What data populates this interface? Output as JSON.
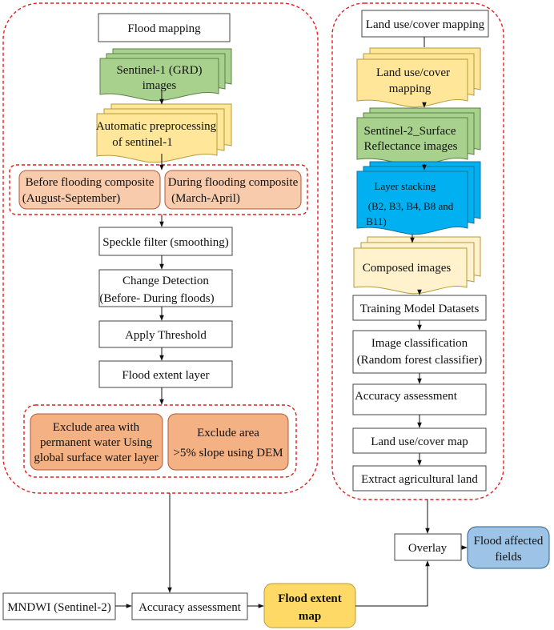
{
  "left": {
    "title": "Flood mapping",
    "sentinel1": [
      "Sentinel-1 (GRD)",
      "images"
    ],
    "preprocess": [
      "Automatic preprocessing",
      "of sentinel-1"
    ],
    "before": [
      "Before flooding composite",
      "(August-September)"
    ],
    "during": [
      "During flooding composite",
      "(March-April)"
    ],
    "speckle": "Speckle filter (smoothing)",
    "change": [
      "Change Detection",
      "(Before- During floods)"
    ],
    "threshold": "Apply Threshold",
    "extent_layer": "Flood extent layer",
    "exclude_water": [
      "Exclude area with",
      "permanent water Using",
      "global surface water layer"
    ],
    "exclude_slope": [
      "Exclude area",
      ">5% slope using DEM"
    ]
  },
  "right": {
    "title": "Land use/cover mapping",
    "lulc_doc": [
      "Land use/cover",
      "mapping"
    ],
    "sentinel2": [
      "Sentinel-2_Surface",
      "Reflectance images"
    ],
    "stacking": [
      "Layer  stacking",
      "(B2, B3, B4, B8 and",
      "B11)"
    ],
    "composed": "Composed images",
    "training": "Training Model Datasets",
    "classification": [
      "Image classification",
      "(Random forest classifier)"
    ],
    "accuracy": "Accuracy assessment",
    "lulc_map": "Land use/cover map",
    "extract": "Extract agricultural land"
  },
  "bottom": {
    "mndwi": "MNDWI (Sentinel-2)",
    "accuracy": "Accuracy assessment",
    "flood_map": [
      "Flood extent",
      "map"
    ],
    "overlay": "Overlay",
    "affected": [
      "Flood affected",
      "fields"
    ]
  },
  "colors": {
    "green_doc": "#a9d18e",
    "yellow_doc": "#ffe699",
    "blue_doc": "#00b0f0",
    "pale_doc": "#fff2cc",
    "orange_light": "#f8cbad",
    "orange_dark": "#f4b183",
    "flood_map": "#ffd966",
    "affected": "#9dc3e6",
    "dashed_border": "#e02020"
  }
}
